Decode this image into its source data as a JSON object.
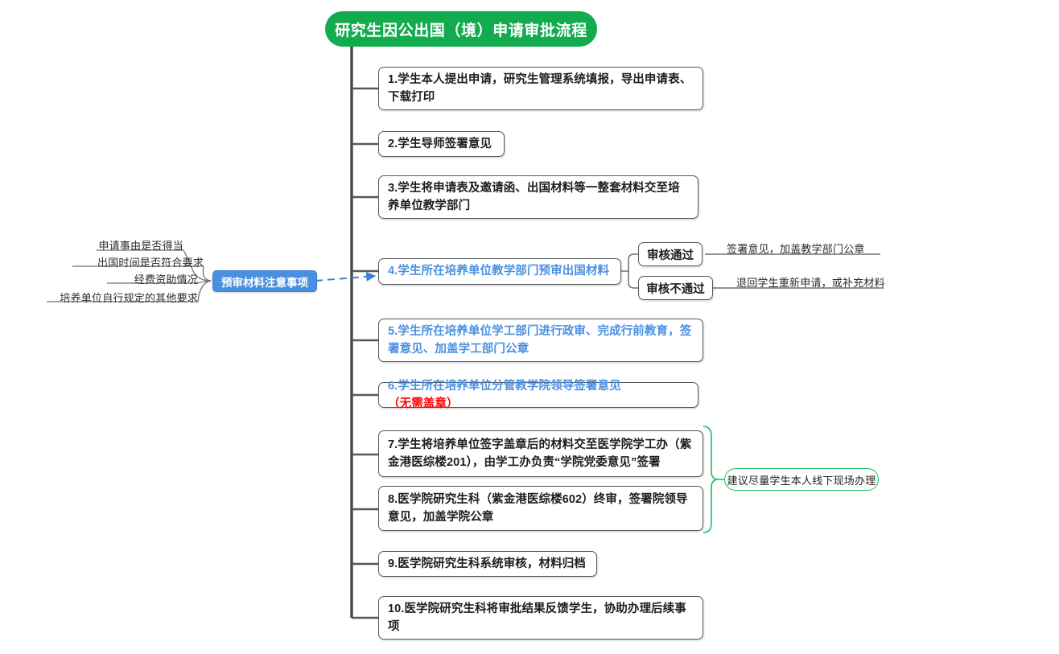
{
  "title": {
    "text": "研究生因公出国（境）申请审批流程",
    "color": "#12ab4e"
  },
  "colors": {
    "trunk": "#444a4d",
    "node_border": "#55595c",
    "blue_text": "#4a90e2",
    "blue_chip": "#4a8fe0",
    "green": "#15c25c",
    "red": "#ff0000"
  },
  "steps": [
    {
      "id": "step-1",
      "text": "1.学生本人提出申请，研究生管理系统填报，导出申请表、下载打印",
      "style": "dark"
    },
    {
      "id": "step-2",
      "text": "2.学生导师签署意见",
      "style": "dark"
    },
    {
      "id": "step-3",
      "text": "3.学生将申请表及邀请函、出国材料等一整套材料交至培养单位教学部门",
      "style": "dark"
    },
    {
      "id": "step-4",
      "text": "4.学生所在培养单位教学部门预审出国材料",
      "style": "blue"
    },
    {
      "id": "step-5",
      "text": "5.学生所在培养单位学工部门进行政审、完成行前教育，签署意见、加盖学工部门公章",
      "style": "blue"
    },
    {
      "id": "step-6",
      "text": "6.学生所在培养单位分管教学院领导签署意见",
      "style": "blue",
      "suffix": "（无需盖章）"
    },
    {
      "id": "step-7",
      "text": "7.学生将培养单位签字盖章后的材料交至医学院学工办（紫金港医综楼201），由学工办负责“学院党委意见”签署",
      "style": "dark"
    },
    {
      "id": "step-8",
      "text": "8.医学院研究生科（紫金港医综楼602）终审，签署院领导意见，加盖学院公章",
      "style": "dark"
    },
    {
      "id": "step-9",
      "text": "9.医学院研究生科系统审核，材料归档",
      "style": "dark"
    },
    {
      "id": "step-10",
      "text": "10.医学院研究生科将审批结果反馈学生，协助办理后续事项",
      "style": "dark"
    }
  ],
  "preaudit": {
    "chip_label": "预审材料注意事项",
    "items": [
      "申请事由是否得当",
      "出国时间是否符合要求",
      "经费资助情况",
      "培养单位自行规定的其他要求"
    ]
  },
  "branches": [
    {
      "id": "branch-pass",
      "label": "审核通过",
      "note": "签署意见，加盖教学部门公章"
    },
    {
      "id": "branch-fail",
      "label": "审核不通过",
      "note": "退回学生重新申请，或补充材料"
    }
  ],
  "bracket_note": {
    "label": "建议尽量学生本人线下现场办理"
  }
}
